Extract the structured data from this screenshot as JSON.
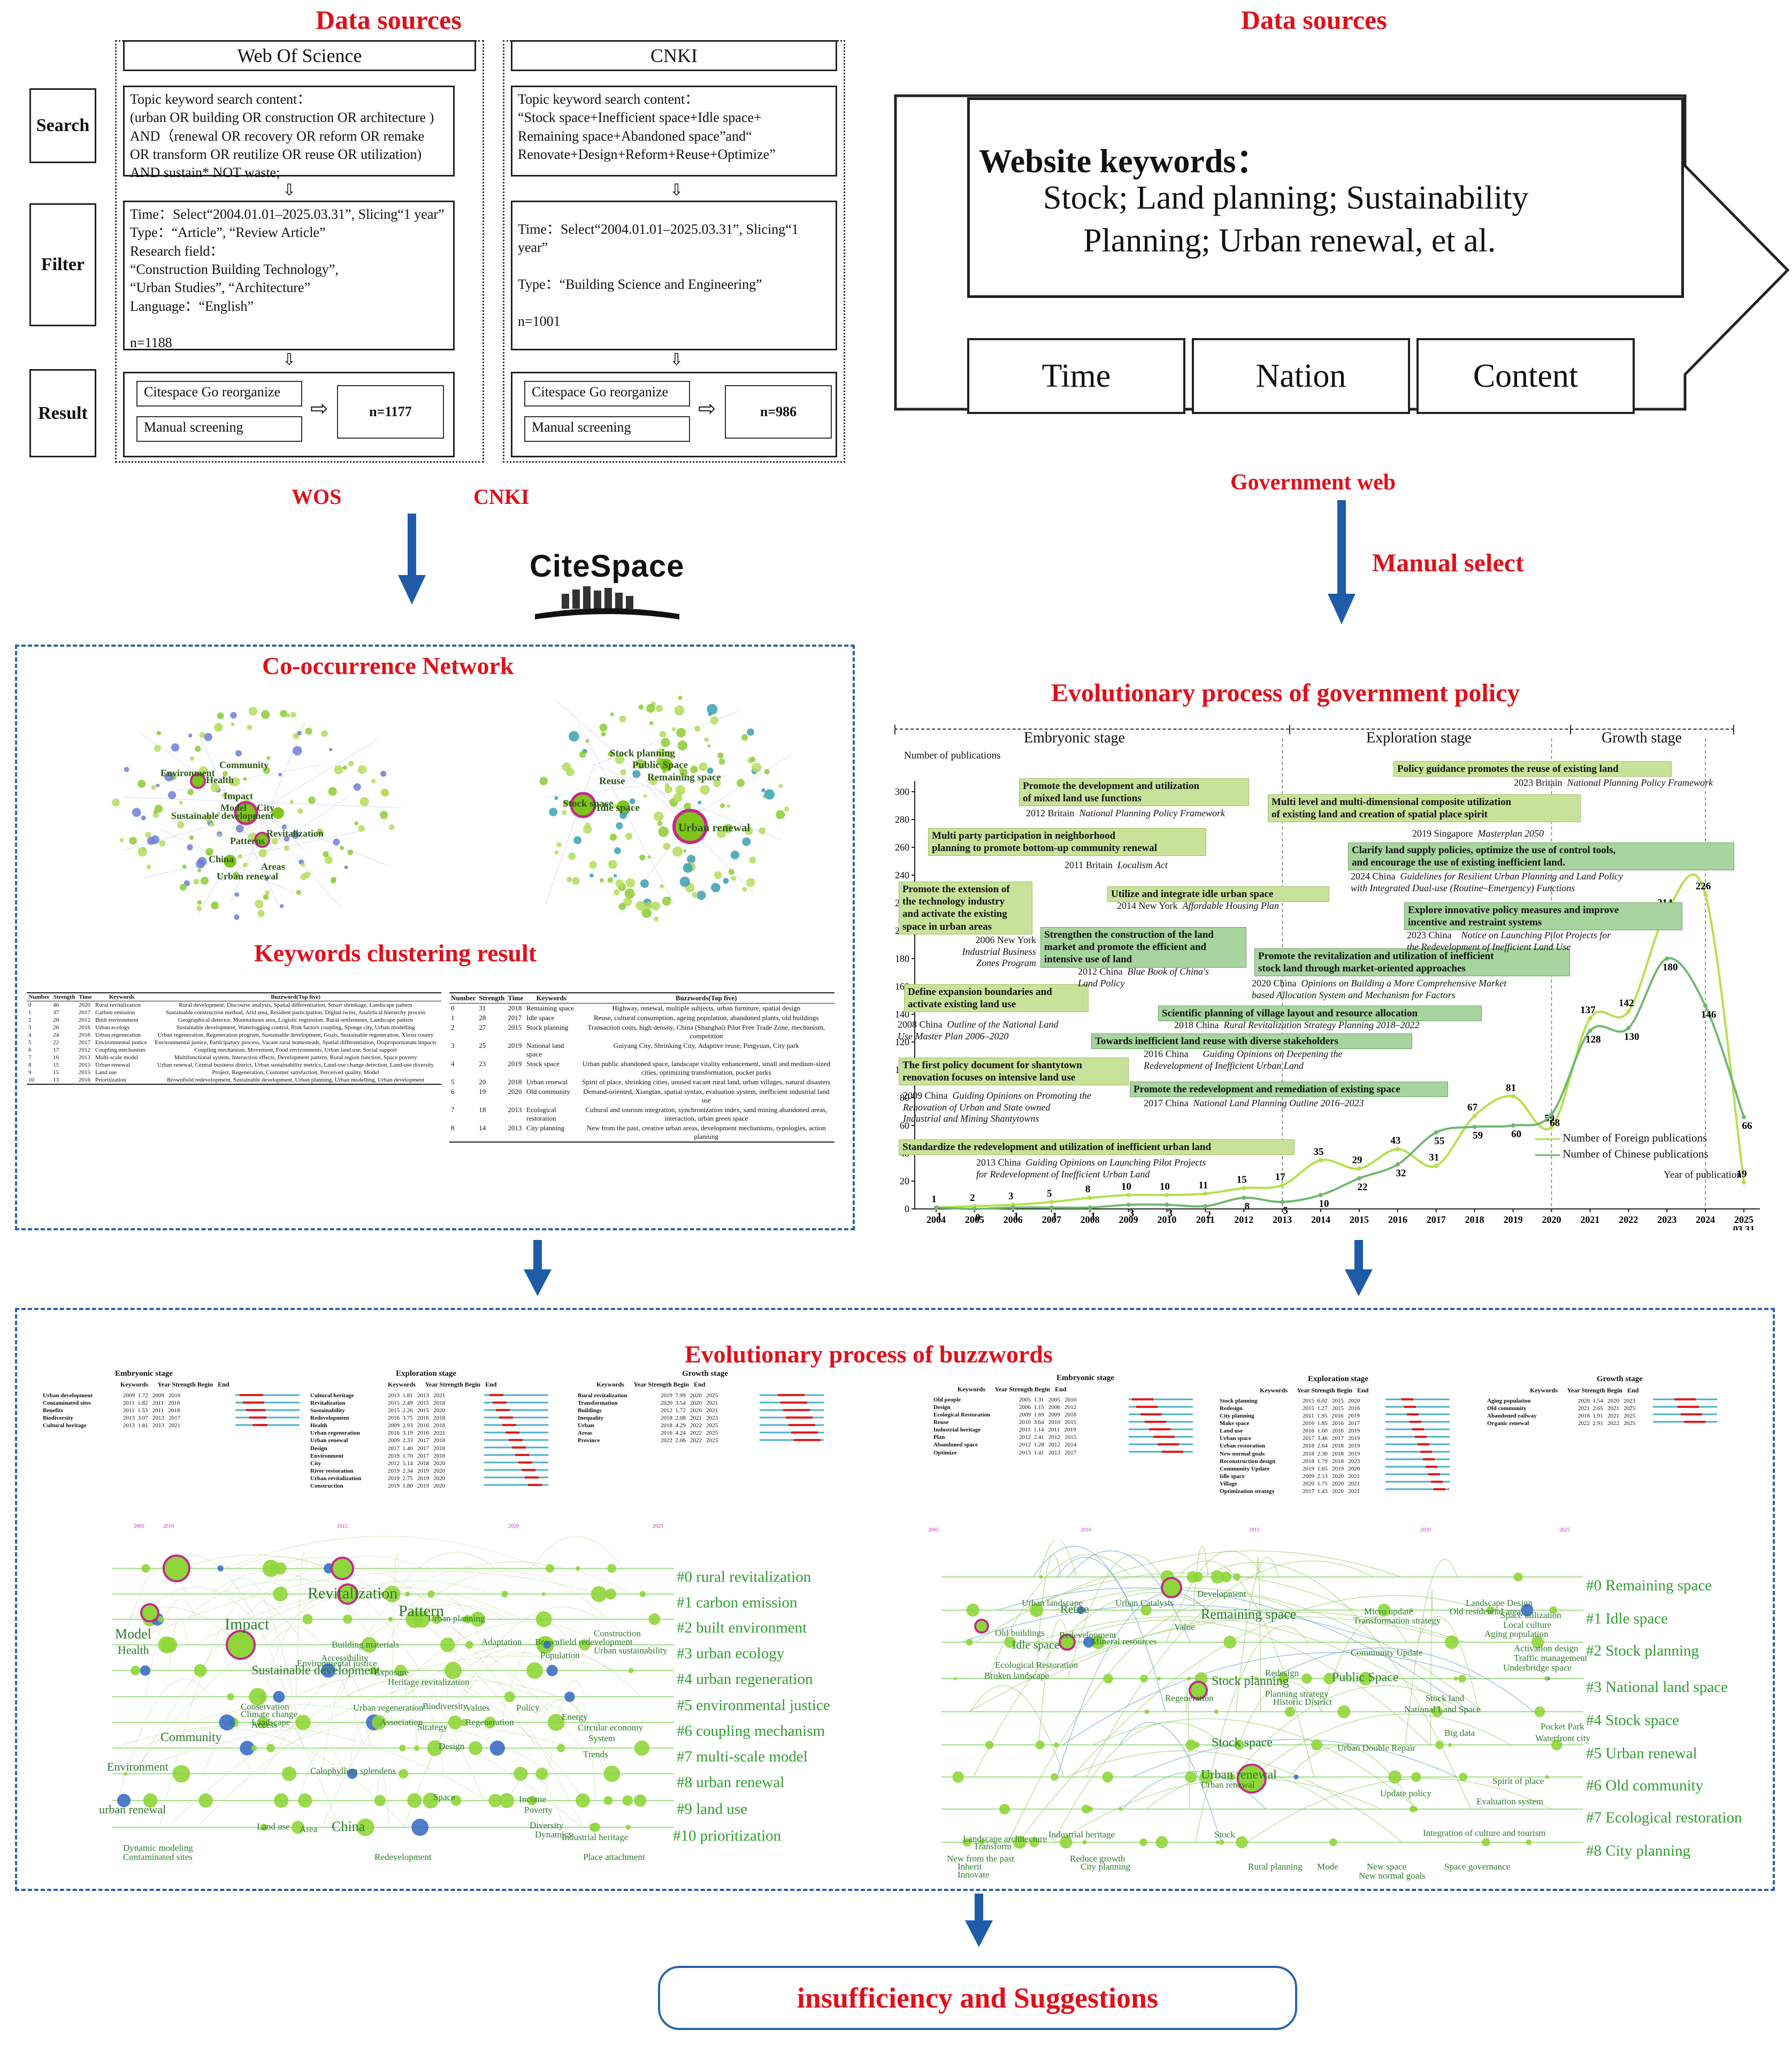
{
  "top_left": {
    "heading": "Data sources",
    "wos_title": "Web Of Science",
    "cnki_title": "CNKI",
    "row_labels": [
      "Search",
      "Filter",
      "Result"
    ],
    "wos_search": "Topic keyword search content：\n(urban OR building OR construction OR architecture )\nAND（renewal OR recovery OR reform OR remake\n OR transform OR reutilize OR reuse OR utilization)\nAND sustain* NOT waste;",
    "wos_filter": "Time：Select“2004.01.01–2025.03.31”, Slicing“1 year”\nType：“Article”, “Review Article”\nResearch field：\n“Construction Building Technology”,\n“Urban Studies”, “Architecture”\n Language：“English”\n\nn=1188",
    "cnki_search": "Topic keyword search content：\n“Stock space+Inefficient space+Idle space+\nRemaining space+Abandoned space”and“\nRenovate+Design+Reform+Reuse+Optimize”",
    "cnki_filter": "Time：Select“2004.01.01–2025.03.31”, Slicing“1 year”\n\nType：“Building Science and Engineering”\n\nn=1001",
    "citespace": "Citespace Go reorganize",
    "manual": "Manual screening",
    "wos_n": "n=1177",
    "cnki_n": "n=986",
    "wos_label": "WOS",
    "cnki_label": "CNKI",
    "logo": "CiteSpace"
  },
  "top_right": {
    "heading": "Data sources",
    "kw_title": "Website keywords：",
    "kw_line1": "Stock; Land planning; Sustainability",
    "kw_line2": "Planning; Urban renewal, et al.",
    "tabs": [
      "Time",
      "Nation",
      "Content"
    ],
    "gov_web": "Government web",
    "manual_select": "Manual select"
  },
  "middle_left": {
    "title1": "Co-occurrence Network",
    "title2": "Keywords clustering result",
    "left_nodes": [
      "Community",
      "Health",
      "Environment",
      "Impact",
      "Model",
      "City",
      "Sustainable development",
      "Revitalization",
      "Patterns",
      "China",
      "Urban renewal",
      "Areas"
    ],
    "right_nodes": [
      "Stock planning",
      "Public Space",
      "Remaining space",
      "Stock space",
      "Idle space",
      "Urban renewal",
      "Reuse"
    ],
    "table1": {
      "headers": [
        "Number",
        "Strength",
        "Time",
        "Keywords",
        "Buzzword(Top five)"
      ],
      "rows": [
        [
          "0",
          "46",
          "2020",
          "Rural revitalization",
          "Rural development, Discourse analysis, Spatial differentiation, Smart shrinkage, Landscape pattern"
        ],
        [
          "1",
          "37",
          "2017",
          "Carbon emission",
          "Sustainable construction method, Arid area, Resident participation, Digital twins, Analytical hierarchy process"
        ],
        [
          "2",
          "26",
          "2012",
          "Built environment",
          "Geographical detector, Mountainous area, Logistic regression, Rural settlements, Landscape pattern"
        ],
        [
          "3",
          "26",
          "2016",
          "Urban ecology",
          "Sustainable development, Waterlogging control, Risk factors coupling, Sponge city, Urban modelling"
        ],
        [
          "4",
          "24",
          "2016",
          "Urban regeneration",
          "Urban regeneration, Regeneration program, Sustainable development, Goals, Sustainable regeneration, Xinxu county"
        ],
        [
          "5",
          "22",
          "2017",
          "Environmental justice",
          "Environmental justice, Participatory process, Vacant rural homesteads, Spatial differentiation, Disproportionate impacts"
        ],
        [
          "6",
          "17",
          "2012",
          "Coupling mechanism",
          "Coupling mechanism, Movement, Food environments, Urban land use, Social support"
        ],
        [
          "7",
          "16",
          "2013",
          "Multi-scale model",
          "Multifunctional system, Interaction effects, Development pattern, Rural region function, Space poverty"
        ],
        [
          "8",
          "15",
          "2015",
          "Urban renewal",
          "Urban renewal, Central business district, Urban sustainability metrics, Land-use change detection, Land-use diversity"
        ],
        [
          "9",
          "15",
          "2015",
          "Land use",
          "Project, Regeneration, Customer satisfaction, Perceived quality, Model"
        ],
        [
          "10",
          "13",
          "2016",
          "Prioritization",
          "Brownfield redevelopment, Sustainable development, Urban planning, Urban modelling, Urban development"
        ]
      ]
    },
    "table2": {
      "headers": [
        "Number",
        "Strength",
        "Time",
        "Keywords",
        "Buzzwords(Top five)"
      ],
      "rows": [
        [
          "0",
          "31",
          "2018",
          "Remaining space",
          "Highway, renewal, multiple subjects, urban furniture, spatial design"
        ],
        [
          "1",
          "28",
          "2017",
          "Idle space",
          "Reuse, cultural consumption, ageing population, abandoned plants, old buildings"
        ],
        [
          "2",
          "27",
          "2015",
          "Stock planning",
          "Transaction costs, high density, China (Shanghai) Pilot Free Trade Zone, mechanism, competition"
        ],
        [
          "3",
          "25",
          "2019",
          "National land space",
          "Guiyang City, Shrinking City, Adaptive reuse, Pingyuan, City park"
        ],
        [
          "4",
          "23",
          "2019",
          "Stock space",
          "Urban public abandoned space, landscape vitality enhancement, small and medium-sized cities, optimizing transformation, pocket parks"
        ],
        [
          "5",
          "20",
          "2018",
          "Urban renewal",
          "Spirit of place, shrinking cities, unused vacant rural land, urban villages, natural disasters"
        ],
        [
          "6",
          "19",
          "2020",
          "Old community",
          "Demand-oriented, Xiangtan, spatial syntax, evaluation system, inefficient industrial land use"
        ],
        [
          "7",
          "18",
          "2013",
          "Ecological restoration",
          "Cultural and tourism integration, synchronization index, sand mining abandoned areas, interaction, urban green space"
        ],
        [
          "8",
          "14",
          "2013",
          "City planning",
          "New from the past, creative urban areas, development mechanisms, typologies, action planning"
        ]
      ]
    }
  },
  "middle_right": {
    "title": "Evolutionary process of government policy",
    "stages": [
      "Embryonic stage",
      "Exploration stage",
      "Growth stage"
    ],
    "y_title": "Number of publications",
    "x_title": "Year of publication",
    "legend": [
      "Number of Foreign publications",
      "Number of Chinese publications"
    ],
    "policies": [
      {
        "text": "Promote the development and utilization\nof mixed land use functions",
        "cap": "2012 Britain",
        "doc": "National Planning Policy Framework"
      },
      {
        "text": "Multi party participation in neighborhood\nplanning to promote bottom-up community renewal",
        "cap": "2011 Britain",
        "doc": "Localism Act"
      },
      {
        "text": "Promote the extension of\nthe technology industry\nand activate the existing\nspace in urban areas",
        "cap": "2006 New York",
        "doc": "Industrial Business\nZones Program"
      },
      {
        "text": "Define expansion boundaries and\nactivate existing land use",
        "cap": "2008 China",
        "doc": "Outline of the National Land\nUse Master Plan 2006–2020"
      },
      {
        "text": "The first policy document for shantytown\nrenovation focuses on intensive land use",
        "cap": "2009 China",
        "doc": "Guiding Opinions on Promoting the\nRenovation of Urban and State owned\nIndustrial and Mining Shantytowns"
      },
      {
        "text": "Standardize the redevelopment and utilization of inefficient urban land",
        "cap": "2013 China",
        "doc": "Guiding Opinions on Launching Pilot Projects\nfor Redevelopment of Inefficient Urban Land"
      },
      {
        "text": "Utilize and integrate idle urban space",
        "cap": "2014 New York",
        "doc": "Affordable Housing Plan"
      },
      {
        "text": "Strengthen the construction of the land\nmarket and promote the efficient and\nintensive use of land",
        "cap": "2012 China",
        "doc": "Blue Book of China's\nLand Policy"
      },
      {
        "text": "Towards inefficient land reuse with diverse stakeholders",
        "cap": "2016 China",
        "doc": "Guiding Opinions on Deepening the\nRedevelopment of Inefficient Urban Land"
      },
      {
        "text": "Promote the redevelopment and remediation of existing space",
        "cap": "2017 China",
        "doc": "National Land Planning Outline  2016–2023"
      },
      {
        "text": "Scientific planning of village layout and resource allocation",
        "cap": "2018 China",
        "doc": "Rural Revitalization Strategy Planning  2018–2022"
      },
      {
        "text": "Promote the revitalization and utilization of inefficient\nstock land through market-oriented approaches",
        "cap": "2020 China",
        "doc": "Opinions on Building a More Comprehensive Market\nbased Allocation System and Mechanism for Factors"
      },
      {
        "text": "Multi level and multi-dimensional composite utilization\nof existing land and creation of spatial place spirit",
        "cap": "2019 Singapore",
        "doc": "Masterplan 2050"
      },
      {
        "text": "Policy guidance promotes the reuse of existing land",
        "cap": "2023 Britain",
        "doc": "National Planning Policy Framework"
      },
      {
        "text": "Clarify land supply policies, optimize the use of control tools,\nand encourage the use of existing inefficient land.",
        "cap": "2024 China",
        "doc": "Guidelines for Resilient Urban Planning and Land Policy\nwith Integrated Dual-use (Routine–Emergency) Functions"
      },
      {
        "text": "Explore innovative policy measures and improve\nincentive and restraint systems",
        "cap": "2023 China",
        "doc": "Notice on Launching Pilot Projects for\nthe Redevelopment of Inefficient Land Use"
      }
    ]
  },
  "chart_data": {
    "type": "line",
    "title": "",
    "xlabel": "Year of publication",
    "ylabel": "Number of publications",
    "ylim": [
      0,
      300
    ],
    "yticks": [
      0,
      20,
      40,
      60,
      80,
      100,
      120,
      140,
      160,
      180,
      200,
      220,
      240,
      260,
      280,
      300
    ],
    "categories": [
      "2004",
      "2005",
      "2006",
      "2007",
      "2008",
      "2009",
      "2010",
      "2011",
      "2012",
      "2013",
      "2014",
      "2015",
      "2016",
      "2017",
      "2018",
      "2019",
      "2020",
      "2021",
      "2022",
      "2023",
      "2024",
      "2025\n03.31"
    ],
    "series": [
      {
        "name": "Number of Foreign publications",
        "color": "#b5e04a",
        "values": [
          1,
          2,
          3,
          5,
          8,
          10,
          10,
          11,
          15,
          17,
          35,
          29,
          43,
          31,
          67,
          81,
          59,
          137,
          142,
          214,
          226,
          19
        ]
      },
      {
        "name": "Number of Chinese publications",
        "color": "#6fb86f",
        "values": [
          1,
          0,
          1,
          1,
          1,
          3,
          3,
          2,
          8,
          5,
          10,
          22,
          32,
          55,
          59,
          60,
          68,
          128,
          130,
          180,
          146,
          66
        ]
      }
    ]
  },
  "bottom": {
    "title": "Evolutionary process of buzzwords",
    "left_stages": [
      "Embryonic stage",
      "Exploration stage",
      "Growth stage"
    ],
    "left_embryonic": "Urban development\nContaminated sites\nBenefits\nBiodiversity\nCultural heritage",
    "left_embryonic_vals": "2009  1.72   2009   2016\n2011  1.82   2011   2016\n2011  1.53   2011   2018\n2013  3.07   2013   2017\n2013  1.81   2013   2021",
    "left_exploration": "Cultural heritage\nRevitalization\nSustainability\nRedevelopment\nHealth\nUrban regeneration\nUrban renewal\nDesign\nEnvironment\nCity\nRiver restoration\nUrban revitalization\nConstruction",
    "left_exploration_vals": "2013  1.81   2013   2021\n2015  2.49   2015   2018\n2015  2.26   2015   2020\n2016  3.75   2016   2018\n2009  2.93   2016   2018\n2016  3.19   2016   2021\n2009  2.33   2017   2018\n2017  1.40   2017   2018\n2019  1.70   2017   2018\n2012  5.14   2018   2020\n2019  2.34   2019   2020\n2019  2.75   2019   2020\n2019  1.80   2019   2020",
    "left_growth": "Rural revitalization\nTransformation\nBuildings\nInequality\nUrban\nAreas\nProvince",
    "left_growth_vals": "2019  7.99   2020   2025\n2020  3.54   2020   2021\n2012  1.72   2020   2021\n2018  2.08   2021   2023\n2018  4.29   2022   2025\n2016  4.24   2022   2025\n2022  2.06   2022   2025",
    "right_stages": [
      "Embryonic stage",
      "Exploration stage",
      "Growth stage"
    ],
    "right_embryonic": "Old people\nDesign\nEcological Restoration\nReuse\nIndustrial heritage\nPlan\nAbandoned space\nOptimize",
    "right_embryonic_vals": "2005  1.31   2005   2010\n2006  1.15   2006   2012\n2009  1.69   2009   2016\n2010  3.64   2010   2015\n2011  1.14   2011   2019\n2012  2.41   2012   2015\n2012  1.28   2012   2014\n2013  1.41   2013   2017",
    "right_exploration": "Stock planning\nRedesign\nCity planning\nMake space\nLand use\nUrban space\nUrban restoration\nNew normal goals\nReconstruction design\nCommunity Update\nIdle space\nVillage\nOptimization strategy",
    "right_exploration_vals": "2015  6.02   2015   2020\n2015  1.27   2015   2016\n2011  1.95   2016   2019\n2016  1.85   2016   2017\n2016  1.60   2016   2019\n2017  3.46   2017   2019\n2018  2.64   2018   2019\n2018  2.30   2018   2019\n2018  1.79   2018   2023\n2019  1.65   2019   2020\n2009  2.13   2020   2021\n2020  1.75   2020   2021\n2017  1.43   2020   2021",
    "right_growth": "Aging population\nOld community\nAbandoned railway\nOrganic renewal",
    "right_growth_vals": "2020  1.54   2020   2023\n2021  2.65   2021   2025\n2018  1.91   2021   2025\n2022  2.91   2022   2025",
    "col_heads": "Keywords      Year Strength Begin   End",
    "left_clusters": [
      "#0 rural revitalization",
      "#1 carbon emission",
      "#2 built environment",
      "#3 urban ecology",
      "#4 urban regeneration",
      "#5 environmental justice",
      "#6 coupling mechanism",
      "#7 multi-scale model",
      "#8 urban renewal",
      "#9 land use",
      "#10 prioritization"
    ],
    "right_clusters": [
      "#0 Remaining space",
      "#1 Idle space",
      "#2 Stock planning",
      "#3 National land space",
      "#4 Stock space",
      "#5 Urban renewal",
      "#6 Old community",
      "#7 Ecological restoration",
      "#8 City planning"
    ],
    "left_years": [
      "2005",
      "2010",
      "2015",
      "2020",
      "2025"
    ],
    "right_years": [
      "2005",
      "2010",
      "2015",
      "2020",
      "2025"
    ],
    "left_words": [
      "Impact",
      "Revitalization",
      "Pattern",
      "Model",
      "Health",
      "Sustainable development",
      "Community",
      "Environment",
      "urban renewal",
      "China",
      "Land use",
      "Space",
      "Design",
      "Strategy",
      "Regeneration",
      "Biodiversity",
      "Environmental justice",
      "Urban planning",
      "Adaptation",
      "Brownfield redevelopment",
      "Redevelopment",
      "Dynamic modeling",
      "Contaminated sites",
      "Place attachment",
      "Industrial heritage",
      "Trends",
      "Income",
      "Poverty",
      "Diversity",
      "Dynamics",
      "Energy",
      "Circular economy",
      "System",
      "Urban sustainability",
      "Construction",
      "Population",
      "Urban regeneration",
      "Policy",
      "Values",
      "Association",
      "Landscape",
      "Conservation",
      "Climate change",
      "Access",
      "Accessibility",
      "Exposure",
      "Heritage revitalization",
      "Building materials",
      "Calophyllum splendens",
      "Area"
    ],
    "right_words": [
      "Remaining space",
      "Reuse",
      "Idle space",
      "Public Space",
      "Stock planning",
      "Stock space",
      "Urban renewal",
      "Stock",
      "Urban landscape",
      "Old buildings",
      "Broken landscape",
      "Ecological Restoration",
      "Regeneration",
      "Industrial heritage",
      "Rural planning",
      "Mode",
      "New normal goals",
      "New space",
      "Space governance",
      "Landscape Design",
      "Old residential area",
      "Community Update",
      "Planning strategy",
      "Historic District",
      "Redesign",
      "Update policy",
      "Evaluation system",
      "Integration of culture and tourism",
      "Spirit of place",
      "Urban Double Repair",
      "National Land Space",
      "Stock land",
      "Aging population",
      "Activation design",
      "Local culture",
      "Transformation strategy",
      "Micro update",
      "Space utilization",
      "Traffic management",
      "Underbridge space",
      "Pocket Park",
      "Waterfront city",
      "Big data",
      "Reduce growth",
      "City planning",
      "Landscape architecture",
      "Transform",
      "New from the past",
      "Inherit",
      "Innovate",
      "Urban Catalysts",
      "Value",
      "Development",
      "Mineral resources",
      "Redevelopment",
      "Urban renewal"
    ],
    "footer": "insufficiency and Suggestions"
  }
}
